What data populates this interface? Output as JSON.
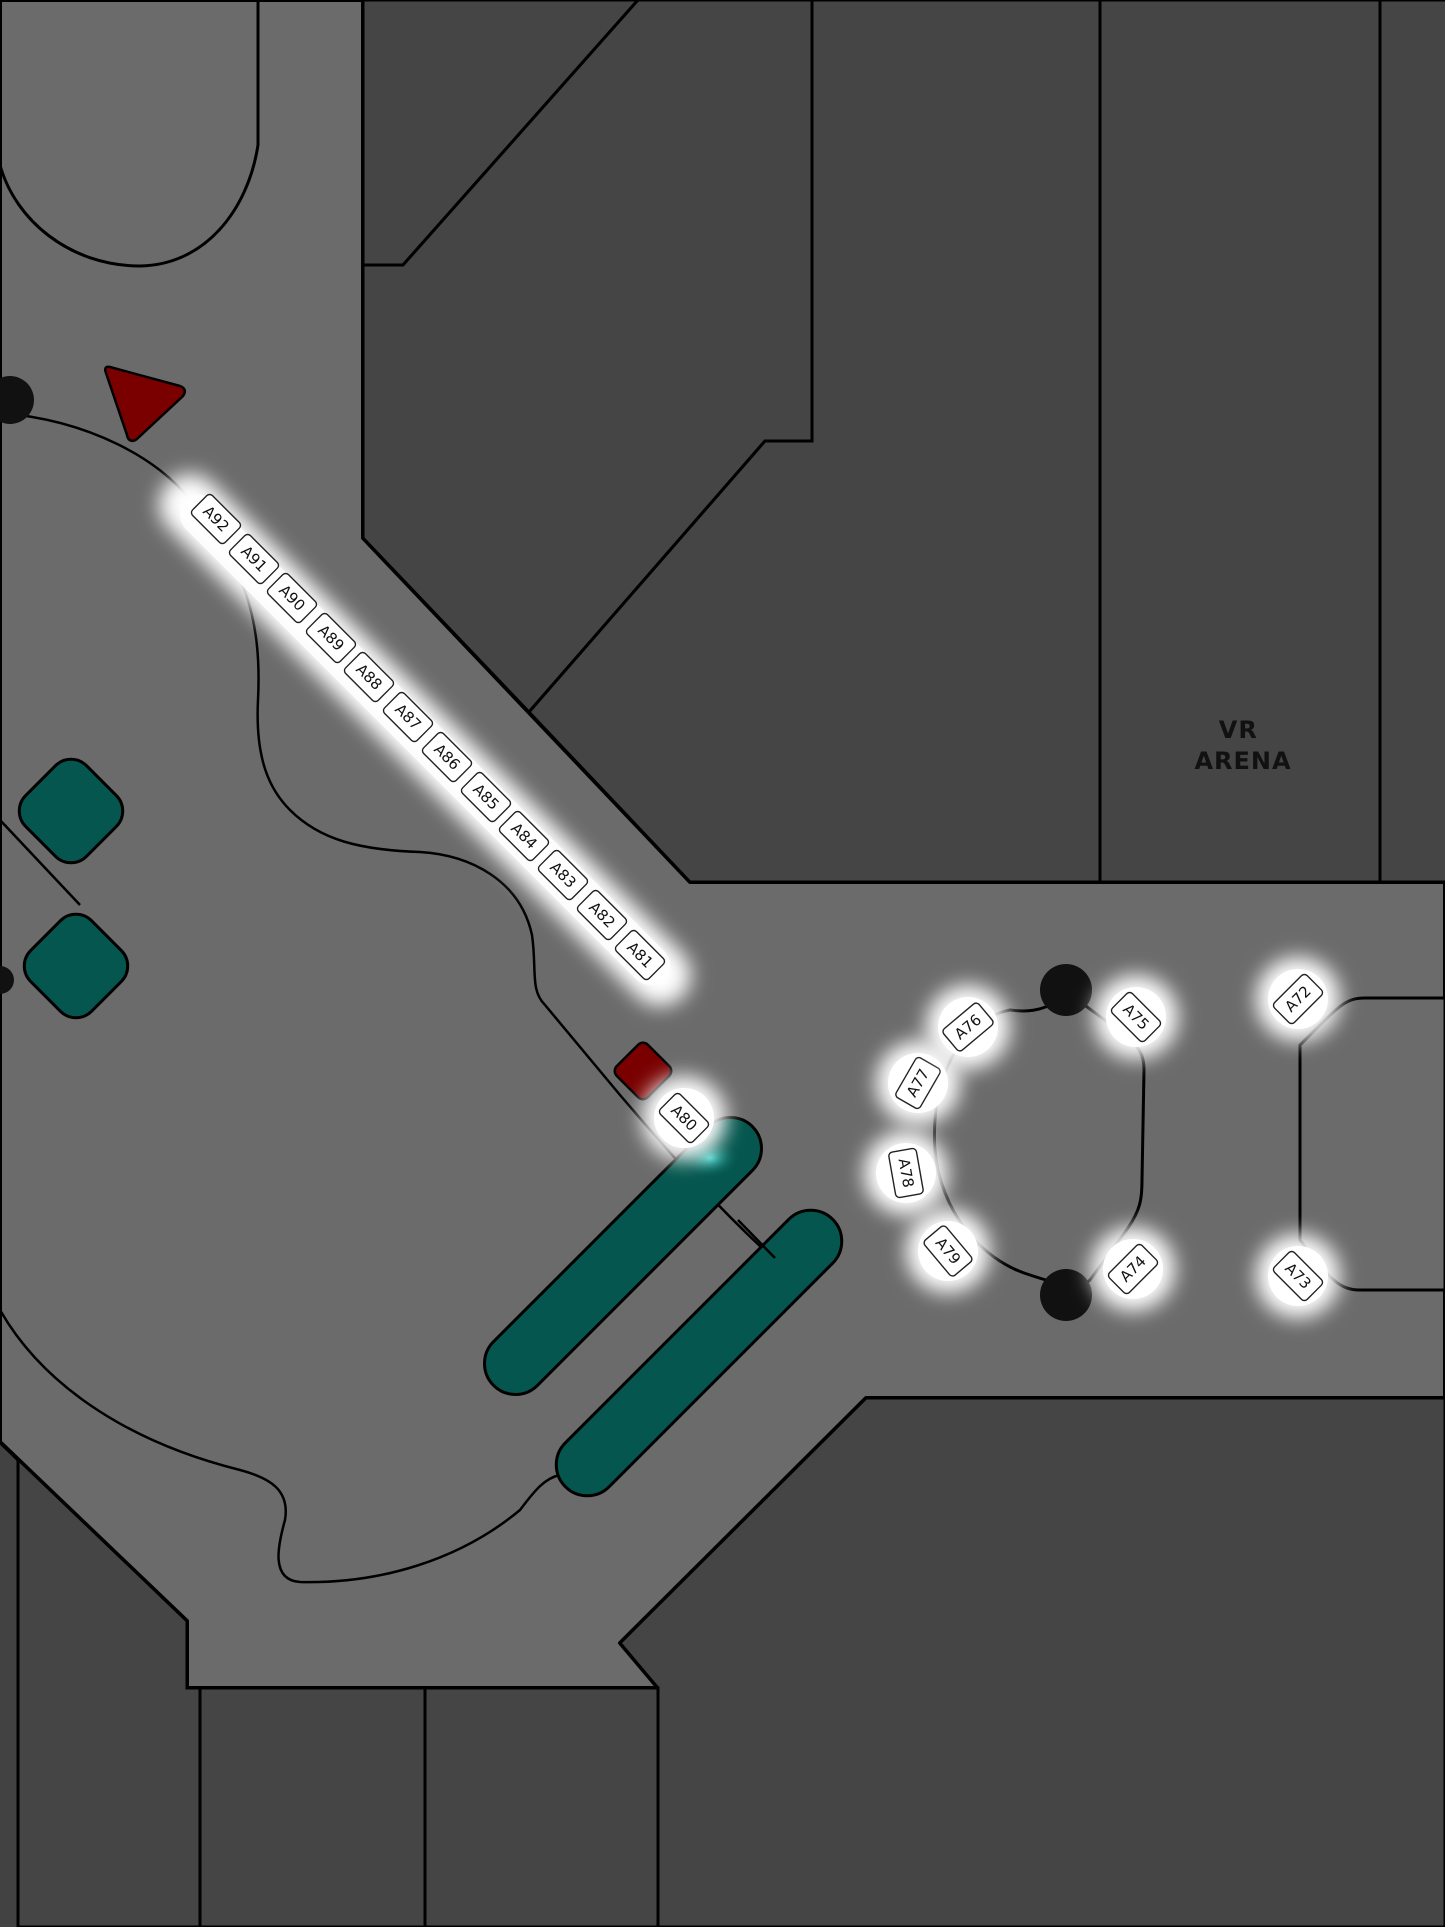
{
  "map": {
    "colors": {
      "background": "#424242",
      "walkway": "#6b6b6b",
      "block": "#454545",
      "stroke": "#000000",
      "kiosk": "#04564e",
      "marker": "#7a0000",
      "glow": "#ffffff",
      "pillar": "#111111"
    },
    "zones": [
      {
        "id": "vr-arena",
        "lines": [
          "VR",
          "ARENA"
        ]
      }
    ],
    "booths": [
      {
        "id": "A92",
        "label": "A92"
      },
      {
        "id": "A91",
        "label": "A91"
      },
      {
        "id": "A90",
        "label": "A90"
      },
      {
        "id": "A89",
        "label": "A89"
      },
      {
        "id": "A88",
        "label": "A88"
      },
      {
        "id": "A87",
        "label": "A87"
      },
      {
        "id": "A86",
        "label": "A86"
      },
      {
        "id": "A85",
        "label": "A85"
      },
      {
        "id": "A84",
        "label": "A84"
      },
      {
        "id": "A83",
        "label": "A83"
      },
      {
        "id": "A82",
        "label": "A82"
      },
      {
        "id": "A81",
        "label": "A81"
      },
      {
        "id": "A80",
        "label": "A80"
      },
      {
        "id": "A79",
        "label": "A79"
      },
      {
        "id": "A78",
        "label": "A78"
      },
      {
        "id": "A77",
        "label": "A77"
      },
      {
        "id": "A76",
        "label": "A76"
      },
      {
        "id": "A75",
        "label": "A75"
      },
      {
        "id": "A74",
        "label": "A74"
      },
      {
        "id": "A73",
        "label": "A73"
      },
      {
        "id": "A72",
        "label": "A72"
      }
    ],
    "markers": [
      {
        "id": "marker-triangle",
        "icon": "red-triangle-icon"
      },
      {
        "id": "marker-square",
        "icon": "red-square-icon"
      }
    ]
  }
}
